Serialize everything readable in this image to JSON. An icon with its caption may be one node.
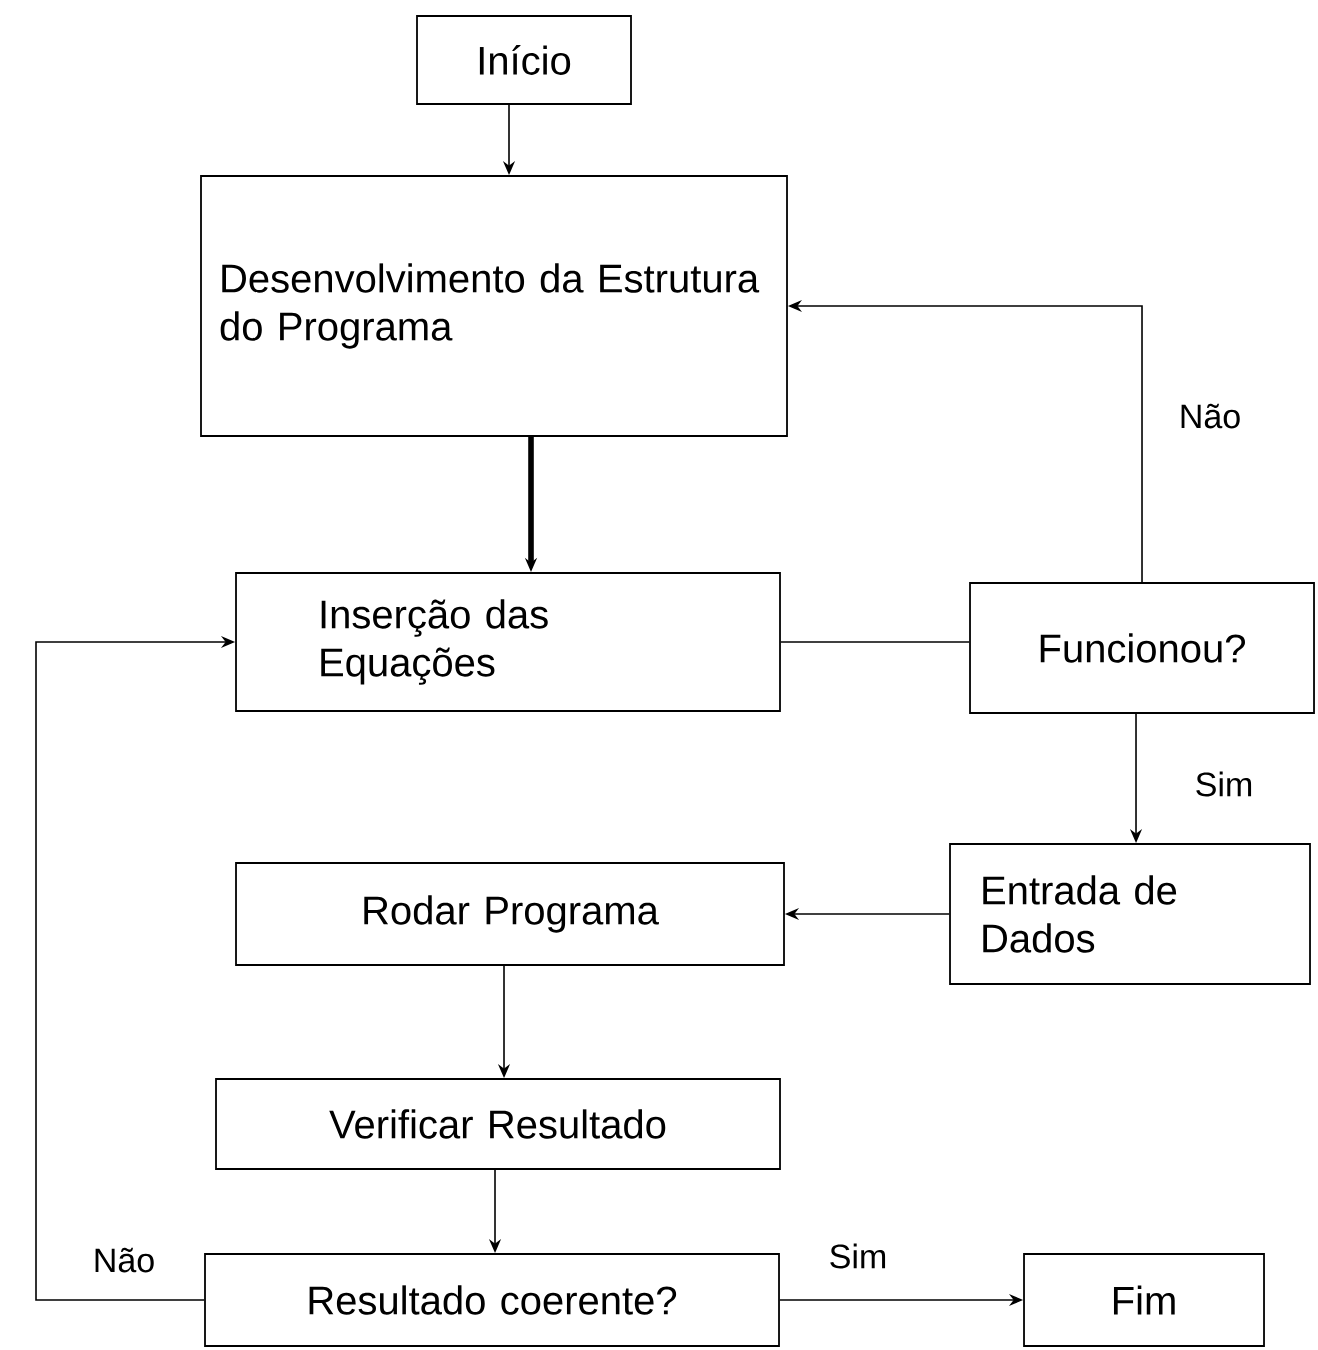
{
  "diagram": {
    "nodes": [
      {
        "text": [
          "Início"
        ]
      },
      {
        "text": [
          "Desenvolvimento da Estrutura do Programa"
        ]
      },
      {
        "text": [
          "Inserção das Equações"
        ]
      },
      {
        "text": [
          "Funcionou?"
        ]
      },
      {
        "text": [
          "Entrada de Dados"
        ]
      },
      {
        "text": [
          "Rodar Programa"
        ]
      },
      {
        "text": [
          "Verificar Resultado"
        ]
      },
      {
        "text": [
          "Resultado coerente?"
        ]
      },
      {
        "text": [
          "Fim"
        ]
      }
    ],
    "edges": [
      {
        "from": 0,
        "to": 1,
        "arrow": "to"
      },
      {
        "from": 1,
        "to": 2,
        "arrow": "to",
        "style": "thick"
      },
      {
        "from": 2,
        "to": 3,
        "arrow": "none"
      },
      {
        "from": 3,
        "to": 1,
        "arrow": "to",
        "label": "Não"
      },
      {
        "from": 3,
        "to": 4,
        "arrow": "to",
        "label": "Sim"
      },
      {
        "from": 4,
        "to": 5,
        "arrow": "to"
      },
      {
        "from": 5,
        "to": 6,
        "arrow": "to"
      },
      {
        "from": 6,
        "to": 7,
        "arrow": "to"
      },
      {
        "from": 7,
        "to": 2,
        "arrow": "to",
        "label": "Não"
      },
      {
        "from": 7,
        "to": 8,
        "arrow": "to",
        "label": "Sim"
      }
    ]
  }
}
